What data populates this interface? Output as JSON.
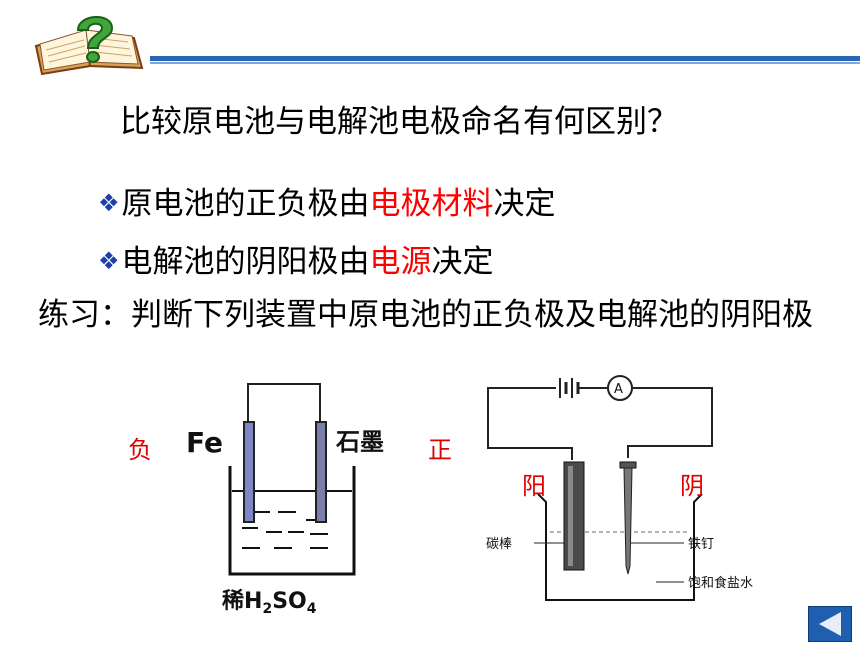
{
  "title": "比较原电池与电解池电极命名有何区别？",
  "bullets": [
    {
      "prefix": "原电池的正负极由",
      "highlight": "电极材料",
      "suffix": "决定"
    },
    {
      "prefix": "电解池的阴阳极由",
      "highlight": "电源",
      "suffix": "决定"
    }
  ],
  "practice": "练习：判断下列装置中原电池的正负极及电解池的阴阳极",
  "galvanic": {
    "neg_label": "负",
    "pos_label": "正",
    "electrode_left": "Fe",
    "electrode_right": "石墨",
    "electrolyte": "稀",
    "electrolyte_formula_h": "H",
    "electrolyte_formula_2": "2",
    "electrolyte_formula_so": "SO",
    "electrolyte_formula_4": "4"
  },
  "electrolytic": {
    "anode_label": "阳",
    "cathode_label": "阴",
    "carbon_rod": "碳棒",
    "iron_nail": "铁钉",
    "solution": "饱和食盐水",
    "meter": "A"
  },
  "colors": {
    "accent": "#2a66b6",
    "highlight": "#ff0000"
  },
  "icons": {
    "header": "book-question-icon",
    "nav": "back-arrow-icon"
  }
}
